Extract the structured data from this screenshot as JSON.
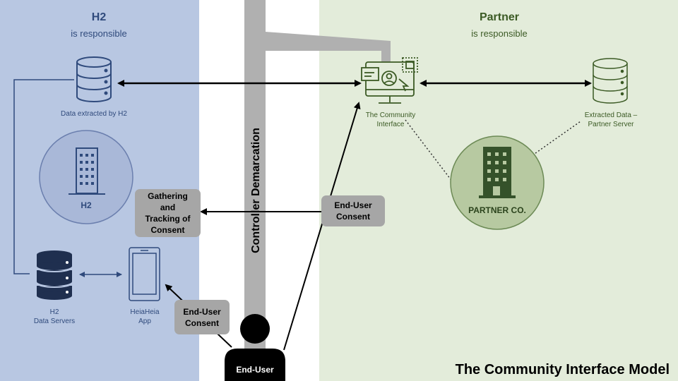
{
  "h2": {
    "title": "H2",
    "subtitle": "is responsible",
    "data_extracted_label": "Data extracted by H2",
    "org_label": "H2",
    "data_servers_label": "H2\nData Servers",
    "app_label": "HeiaHeia\nApp"
  },
  "partner": {
    "title": "Partner",
    "subtitle": "is responsible",
    "community_interface_label": "The Community\nInterface",
    "extracted_data_label": "Extracted Data –\nPartner Server",
    "org_label": "PARTNER CO."
  },
  "center": {
    "controller_label": "Controller Demarcation",
    "end_user_label": "End-User"
  },
  "boxes": {
    "gathering": "Gathering\nand\nTracking of\nConsent",
    "consent_right": "End-User\nConsent",
    "consent_left": "End-User\nConsent"
  },
  "footer": {
    "model_title": "The Community Interface Model"
  },
  "colors": {
    "left_bg": "#b8c7e2",
    "right_bg": "#e3ecda",
    "h2_blue": "#2f4a7c",
    "partner_green": "#3b5a24",
    "demarcation_gray": "#b0b0b0"
  },
  "icons": {
    "database": "database-icon",
    "building": "building-icon",
    "monitor": "monitor-user-icon",
    "phone": "smartphone-icon",
    "user": "user-silhouette-icon"
  }
}
